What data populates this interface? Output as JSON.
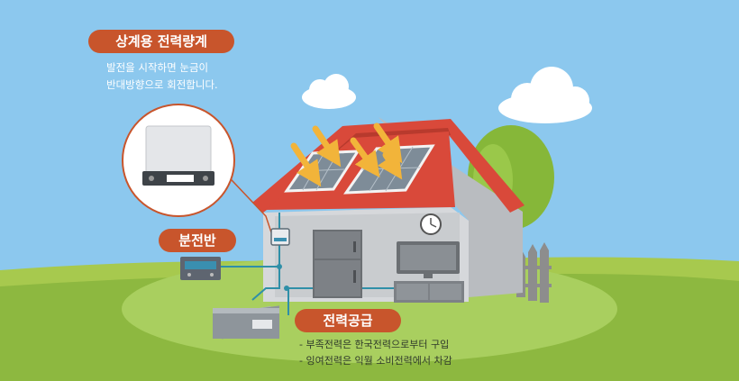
{
  "labels": {
    "meter_title": "상계용 전력량계",
    "meter_desc": [
      "발전을 시작하면 눈금이",
      "반대방향으로 회전합니다."
    ],
    "panel_title": "분전반",
    "supply_title": "전력공급",
    "supply_desc": [
      "- 부족전력은 한국전력으로부터 구입",
      "- 잉여전력은 익월 소비전력에서 차감"
    ]
  },
  "colors": {
    "sky": "#8cc8ee",
    "grass": "#8db840",
    "roof": "#d9493a",
    "wall": "#d6d8db",
    "accent": "#c8552c",
    "wire": "#2f8fa8",
    "sun_arrow": "#f2b43a"
  },
  "icons": [
    "cloud-icon",
    "sun-arrow-icon",
    "clock-icon",
    "meter-icon",
    "solar-panel-icon"
  ]
}
